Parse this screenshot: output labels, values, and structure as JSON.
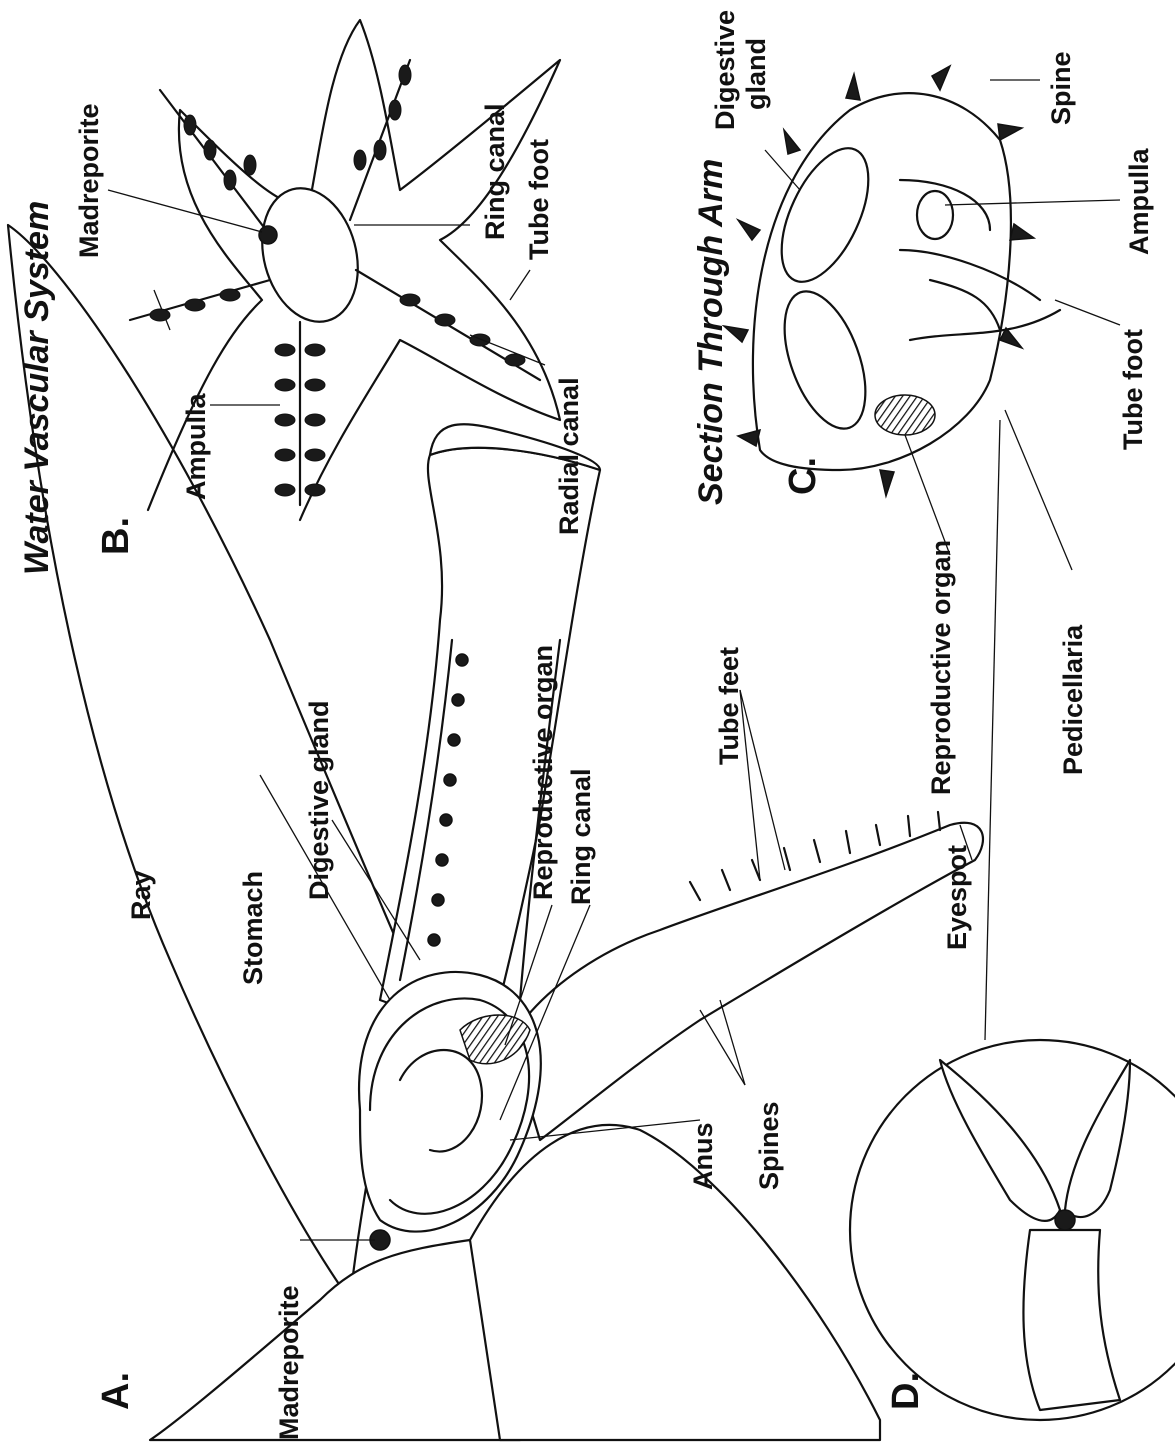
{
  "panels": {
    "A": {
      "letter": "A.",
      "labels": {
        "ray": "Ray",
        "stomach": "Stomach",
        "digestive_gland": "Digestive gland",
        "reproductive_organ": "Reproductive organ",
        "ring_canal": "Ring canal",
        "tube_feet": "Tube feet",
        "eyespot": "Eyespot",
        "spines": "Spines",
        "anus": "Anus",
        "madreporite": "Madreporite"
      }
    },
    "B": {
      "letter": "B.",
      "title": "Water Vascular System",
      "labels": {
        "madreporite": "Madreporite",
        "ring_canal": "Ring canal",
        "tube_foot": "Tube foot",
        "ampulla": "Ampulla",
        "radial_canal": "Radial canal"
      }
    },
    "C": {
      "letter": "C.",
      "title": "Section Through Arm",
      "labels": {
        "digestive_gland_line1": "Digestive",
        "digestive_gland_line2": "gland",
        "spine": "Spine",
        "ampulla": "Ampulla",
        "tube_foot": "Tube foot",
        "reproductive_organ": "Reproductive organ",
        "pedicellaria": "Pedicellaria"
      }
    },
    "D": {
      "letter": "D."
    }
  }
}
